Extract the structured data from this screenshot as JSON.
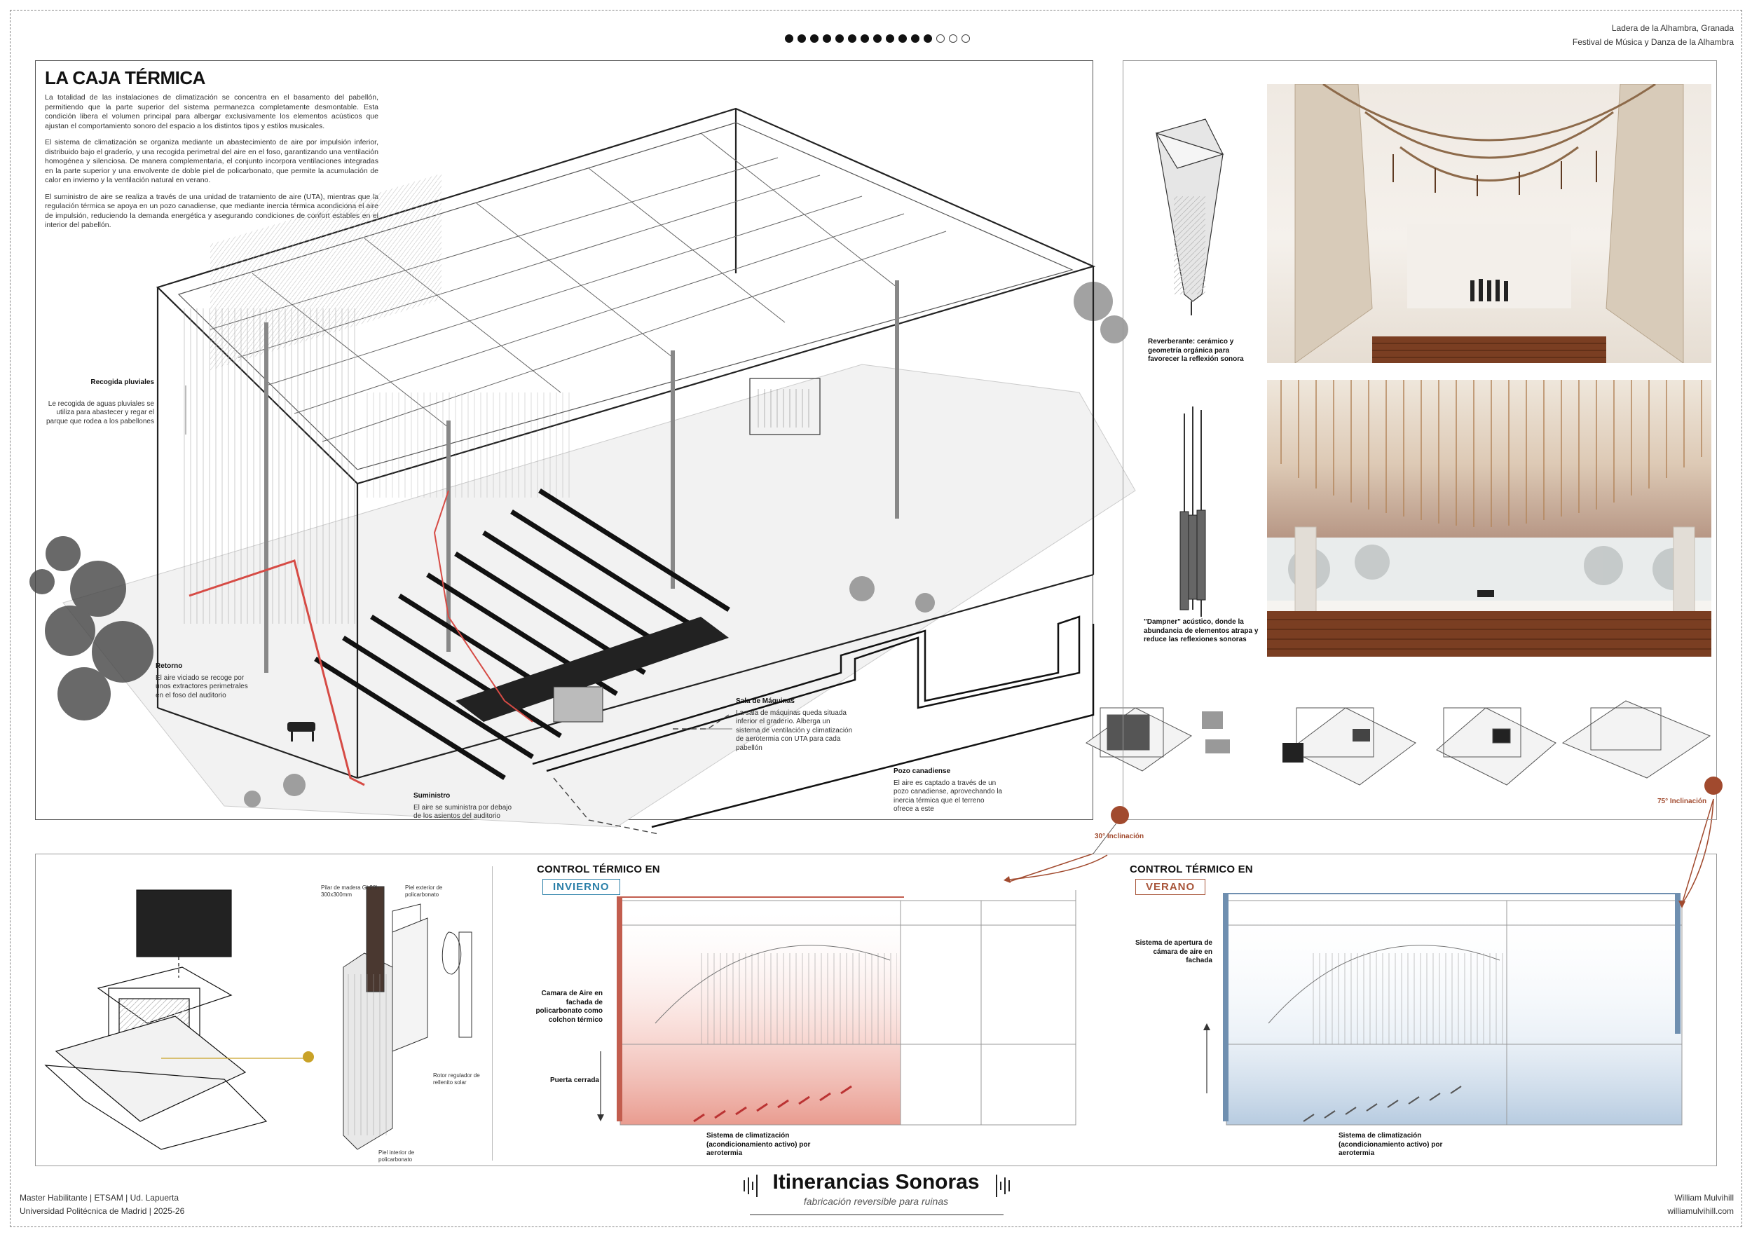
{
  "header": {
    "location_line1": "Ladera de la Alhambra, Granada",
    "location_line2": "Festival de Música y Danza de la Alhambra",
    "progress": {
      "filled": 12,
      "total": 15
    }
  },
  "main_panel": {
    "title": "LA CAJA TÉRMICA",
    "paragraph1": "La totalidad de las instalaciones de climatización se concentra en el basamento del pabellón, permitiendo que la parte superior del sistema permanezca completamente desmontable. Esta condición libera el volumen principal para albergar exclusivamente los elementos acústicos que ajustan el comportamiento sonoro del espacio a los distintos tipos y estilos musicales.",
    "paragraph2": "El sistema de climatización se organiza mediante un abastecimiento de aire por impulsión inferior, distribuido bajo el graderío, y una recogida perimetral del aire en el foso, garantizando una ventilación homogénea y silenciosa. De manera complementaria, el conjunto incorpora ventilaciones integradas en la parte superior y una envolvente de doble piel de policarbonato, que permite la acumulación de calor en invierno y la ventilación natural en verano.",
    "paragraph3": "El suministro de aire se realiza a través de una unidad de tratamiento de aire (UTA), mientras que la regulación térmica se apoya en un pozo canadiense, que mediante inercia térmica acondiciona el aire de impulsión, reduciendo la demanda energética y asegurando condiciones de confort estables en el interior del pabellón.",
    "annotations": {
      "recogida_title": "Recogida pluviales",
      "recogida_text": "Le recogida de aguas pluviales se utiliza para abastecer y regar el parque que rodea a los pabellones",
      "retorno_title": "Retorno",
      "retorno_text": "El aire viciado se recoge por unos extractores perimetrales en el foso del auditorio",
      "suministro_title": "Suministro",
      "suministro_text": "El aire se suministra por debajo de los asientos del auditorio",
      "maquinas_title": "Sala de Máquinas",
      "maquinas_text": "La sala de máquinas queda situada inferior el graderío. Alberga un sistema de ventilación y climatización de aerotermia con UTA para cada pabellón",
      "pozo_title": "Pozo canadiense",
      "pozo_text": "El aire es captado a través de un pozo canadiense, aprovechando la inercia térmica que el terreno ofrece a este"
    }
  },
  "right_panel": {
    "reverberante": "Reverberante: cerámico y geometría orgánica para favorecer la reflexión sonora",
    "dampner": "\"Dampner\" acústico, donde la abundancia de elementos atrapa y reduce las reflexiones sonoras",
    "inclination_30": "30° Inclinación",
    "inclination_75": "75° Inclinación"
  },
  "bottom_panel": {
    "winter": {
      "heading": "CONTROL TÉRMICO EN",
      "season": "INVIERNO",
      "label_camara": "Camara de Aire en fachada de policarbonato como colchon térmico",
      "label_puerta": "Puerta cerrada",
      "label_sistema": "Sistema de climatización (acondicionamiento activo) por aerotermia"
    },
    "summer": {
      "heading": "CONTROL TÉRMICO EN",
      "season": "VERANO",
      "label_apertura": "Sistema de apertura de cámara de aire en fachada",
      "label_sistema": "Sistema de climatización (acondicionamiento activo) por aerotermia"
    },
    "detail_labels": {
      "pilar": "Pilar de madera GL28h 300x300mm",
      "piel_exterior": "Piel exterior de policarbonato",
      "rotor": "Rotor regulador de rellenito solar",
      "piel_interior": "Piel interior de policarbonato"
    }
  },
  "footer": {
    "left_line1": "Master Habilitante | ETSAM | Ud. Lapuerta",
    "left_line2": "Universidad Politécnica de Madrid | 2025-26",
    "title": "Itinerancias Sonoras",
    "subtitle": "fabricación reversible para ruinas",
    "author": "William Mulvihill",
    "website": "williamulvihill.com"
  },
  "colors": {
    "winter_accent": "#2a7fa8",
    "summer_accent": "#a8553a",
    "return_line": "#d64b45",
    "marker": "#a14a2e",
    "yellow_dot": "#c9a227"
  }
}
